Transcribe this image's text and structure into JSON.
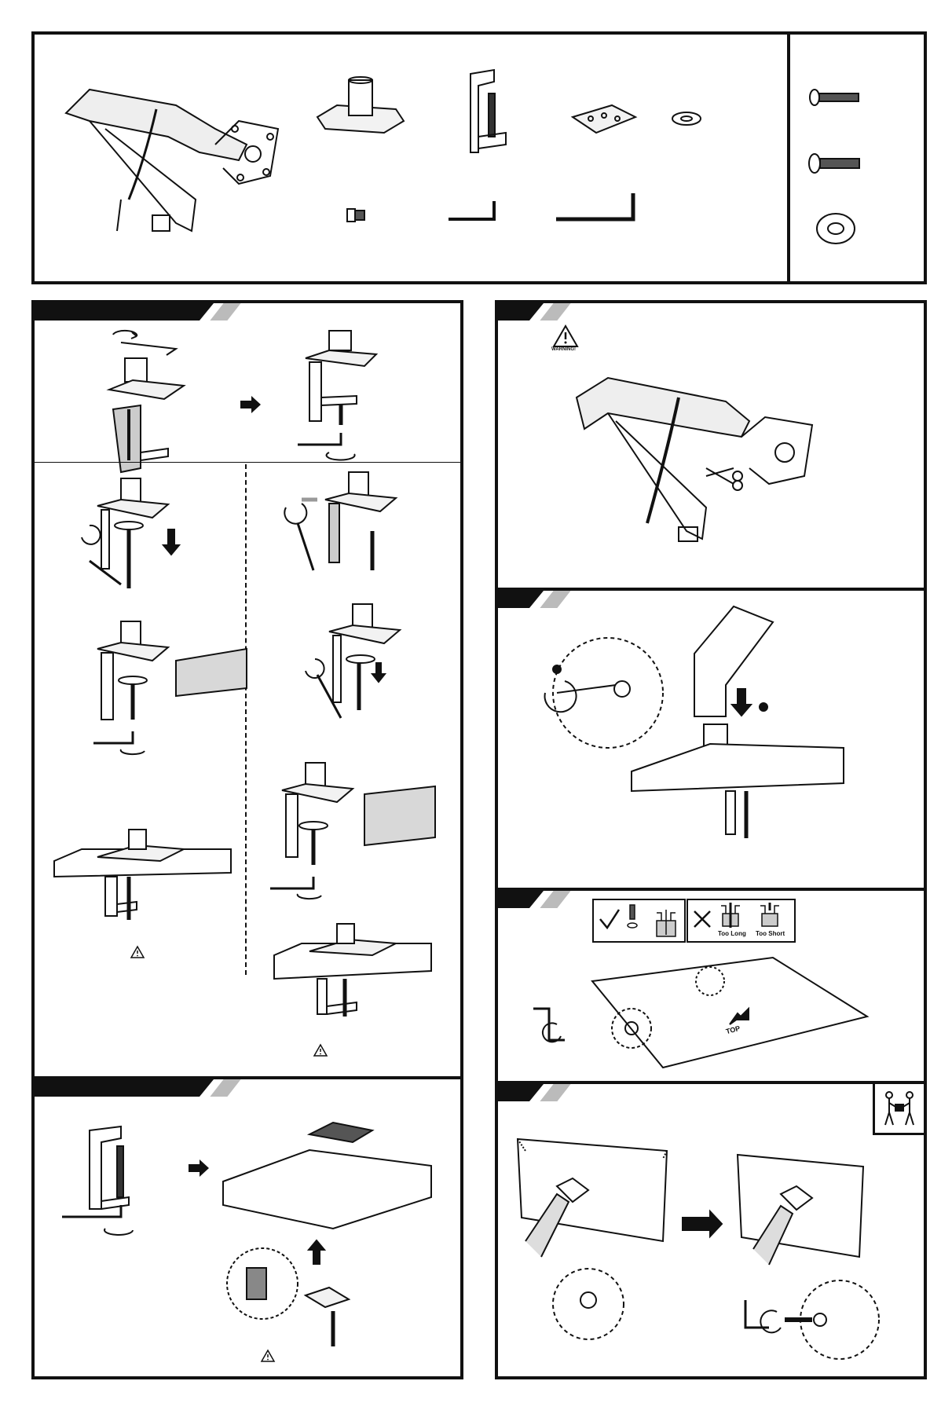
{
  "warning": {
    "label": "WARNING!"
  },
  "screw_check": {
    "too_long": "Too Long",
    "too_short": "Too Short"
  },
  "arrow_label": {
    "top": "TOP"
  },
  "colors": {
    "ink": "#111111",
    "panel_fill": "#ffffff",
    "tab_stripe": "#bbbbbb",
    "shade": "#d8d8d8"
  },
  "icons": [
    "warning-triangle-icon",
    "rotate-arrow-icon",
    "down-arrow-icon",
    "right-arrow-icon",
    "check-icon",
    "cross-icon",
    "two-person-icon",
    "scissors-icon"
  ]
}
